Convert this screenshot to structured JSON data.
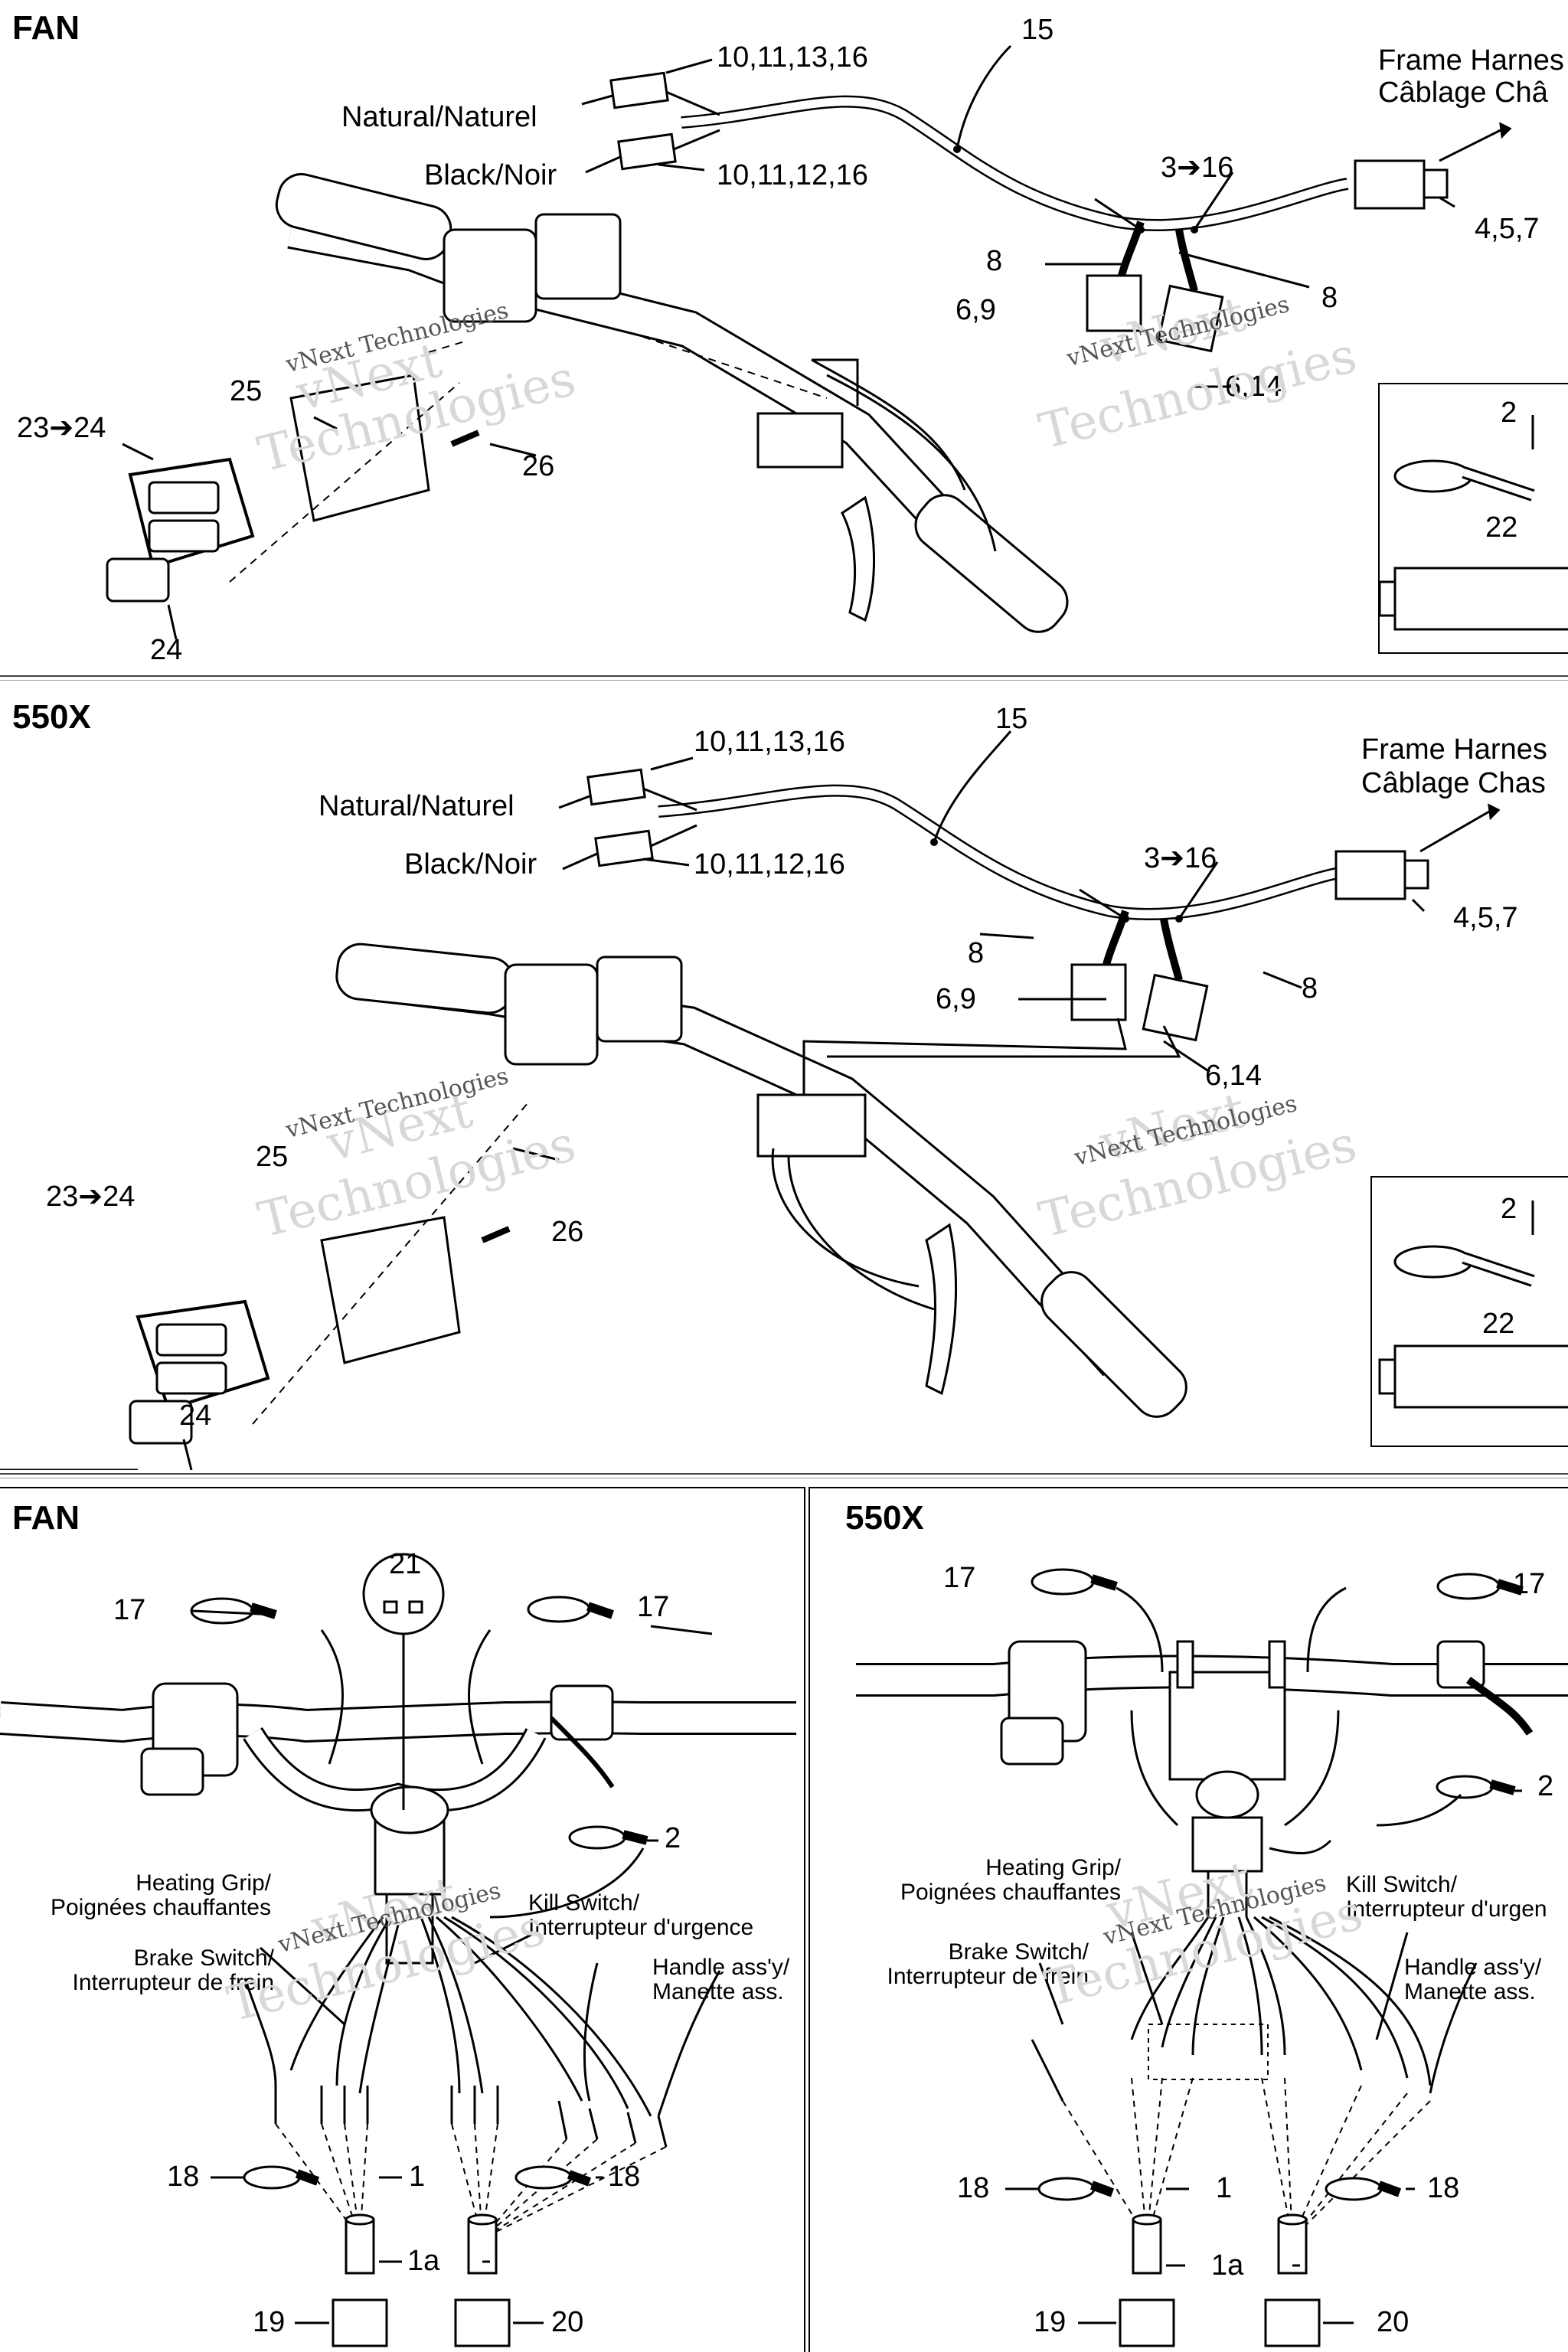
{
  "top_fan": {
    "title": "FAN",
    "labels": {
      "p15": "15",
      "connA": "10,11,13,16",
      "natural": "Natural/Naturel",
      "black": "Black/Noir",
      "connB": "10,11,12,16",
      "frame1": "Frame Harnes",
      "frame2": "Câblage Châ",
      "range": "3➔16",
      "p457": "4,5,7",
      "p8a": "8",
      "p8b": "8",
      "p69": "6,9",
      "p614": "6,14",
      "p2": "2",
      "p22": "22",
      "p25": "25",
      "p2324": "23➔24",
      "p26": "26",
      "p24": "24"
    }
  },
  "top_550x": {
    "title": "550X",
    "labels": {
      "p15": "15",
      "connA": "10,11,13,16",
      "natural": "Natural/Naturel",
      "black": "Black/Noir",
      "connB": "10,11,12,16",
      "frame1": "Frame Harnes",
      "frame2": "Câblage Chas",
      "range": "3➔16",
      "p457": "4,5,7",
      "p8a": "8",
      "p8b": "8",
      "p69": "6,9",
      "p614": "6,14",
      "p2": "2",
      "p22": "22",
      "p25": "25",
      "p2324": "23➔24",
      "p26": "26",
      "p24": "24"
    }
  },
  "bottom_fan": {
    "title": "FAN",
    "labels": {
      "p21": "21",
      "p17a": "17",
      "p17b": "17",
      "p2": "2",
      "heat1": "Heating Grip/",
      "heat2": "Poignées chauffantes",
      "kill1": "Kill Switch/",
      "kill2": "Interrupteur d'urgence",
      "brake1": "Brake Switch/",
      "brake2": "Interrupteur de frein",
      "handle1": "Handle ass'y/",
      "handle2": "Manette ass.",
      "p18a": "18",
      "p1": "1",
      "p18b": "18",
      "p1a": "1a",
      "p19": "19",
      "p20": "20"
    }
  },
  "bottom_550x": {
    "title": "550X",
    "labels": {
      "p17a": "17",
      "p17b": "17",
      "p2": "2",
      "heat1": "Heating Grip/",
      "heat2": "Poignées chauffantes",
      "kill1": "Kill Switch/",
      "kill2": "Interrupteur d'urgen",
      "brake1": "Brake Switch/",
      "brake2": "Interrupteur de frein",
      "handle1": "Handle ass'y/",
      "handle2": "Manette ass.",
      "p18a": "18",
      "p1": "1",
      "p18b": "18",
      "p1a": "1a",
      "p19": "19",
      "p20": "20"
    }
  },
  "watermark": {
    "brand": "vNext Technologies",
    "word1": "vNext",
    "word2": "Technologies"
  }
}
